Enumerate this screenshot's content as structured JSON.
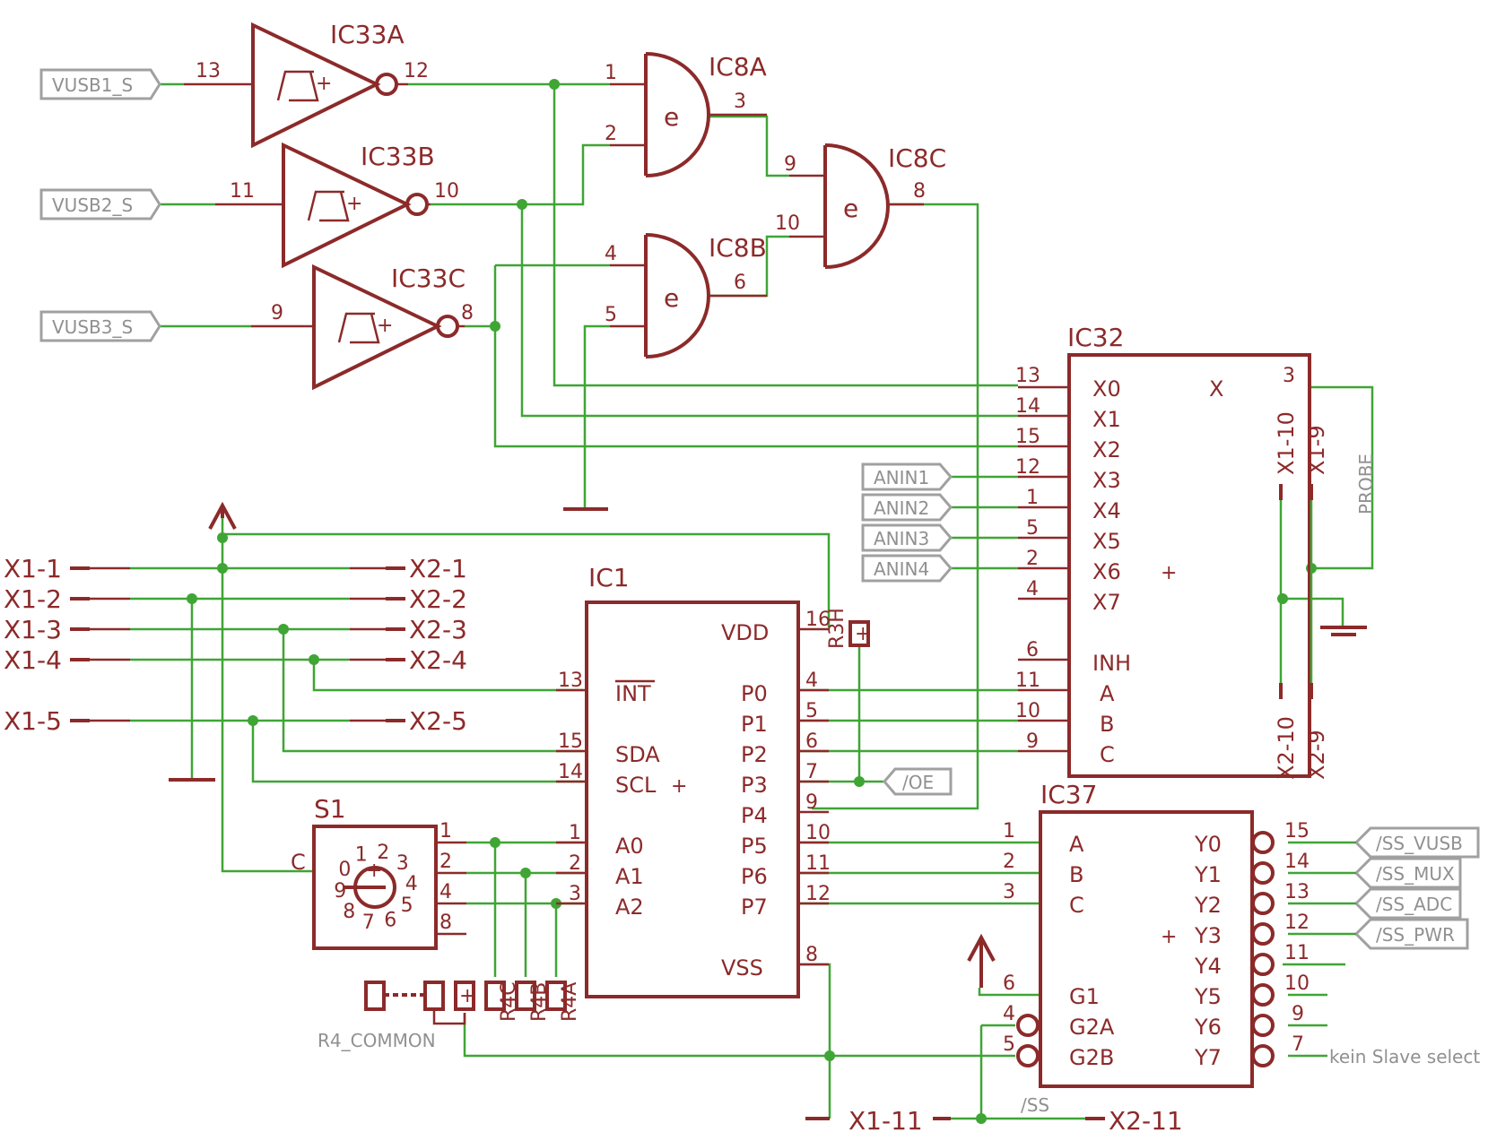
{
  "gates": {
    "ic33a": "IC33A",
    "ic33b": "IC33B",
    "ic33c": "IC33C",
    "ic8a": "IC8A",
    "ic8b": "IC8B",
    "ic8c": "IC8C"
  },
  "chips": {
    "ic32": {
      "name": "IC32",
      "inputs": [
        "X0",
        "X1",
        "X2",
        "X3",
        "X4",
        "X5",
        "X6",
        "X7"
      ],
      "input_pins": [
        "13",
        "14",
        "15",
        "12",
        "1",
        "5",
        "2",
        "4"
      ],
      "output": "X",
      "output_pin": "3",
      "controls": [
        "INH",
        "A",
        "B",
        "C"
      ],
      "control_pins": [
        "6",
        "11",
        "10",
        "9"
      ]
    },
    "ic1": {
      "name": "IC1",
      "vdd": "VDD",
      "vdd_pin": "16",
      "left": [
        "INT",
        "SDA",
        "SCL",
        "A0",
        "A1",
        "A2"
      ],
      "left_pins": [
        "13",
        "15",
        "14",
        "1",
        "2",
        "3"
      ],
      "right": [
        "P0",
        "P1",
        "P2",
        "P3",
        "P4",
        "P5",
        "P6",
        "P7"
      ],
      "right_pins": [
        "4",
        "5",
        "6",
        "7",
        "9",
        "10",
        "11",
        "12"
      ],
      "vss": "VSS",
      "vss_pin": "8"
    },
    "ic37": {
      "name": "IC37",
      "left": [
        "A",
        "B",
        "C",
        "G1",
        "G2A",
        "G2B"
      ],
      "left_pins": [
        "1",
        "2",
        "3",
        "6",
        "4",
        "5"
      ],
      "right": [
        "Y0",
        "Y1",
        "Y2",
        "Y3",
        "Y4",
        "Y5",
        "Y6",
        "Y7"
      ],
      "right_pins": [
        "15",
        "14",
        "13",
        "12",
        "11",
        "10",
        "9",
        "7"
      ]
    },
    "s1": {
      "name": "S1",
      "common": "C",
      "pins": [
        "1",
        "2",
        "4",
        "8"
      ],
      "dial": [
        "0",
        "1",
        "2",
        "3",
        "4",
        "5",
        "6",
        "7",
        "8",
        "9"
      ]
    }
  },
  "gate_pins": {
    "ic33a_in": "13",
    "ic33a_out": "12",
    "ic33b_in": "11",
    "ic33b_out": "10",
    "ic33c_in": "9",
    "ic33c_out": "8",
    "ic8a_in1": "1",
    "ic8a_in2": "2",
    "ic8a_out": "3",
    "ic8b_in1": "4",
    "ic8b_in2": "5",
    "ic8b_out": "6",
    "ic8c_in1": "9",
    "ic8c_in2": "10",
    "ic8c_out": "8"
  },
  "ports": {
    "vusb": [
      "VUSB1_S",
      "VUSB2_S",
      "VUSB3_S"
    ],
    "anin": [
      "ANIN1",
      "ANIN2",
      "ANIN3",
      "ANIN4"
    ],
    "oe": "/OE",
    "ss": [
      "/SS_VUSB",
      "/SS_MUX",
      "/SS_ADC",
      "/SS_PWR"
    ]
  },
  "connectors": {
    "x1": [
      "X1-1",
      "X1-2",
      "X1-3",
      "X1-4",
      "X1-5"
    ],
    "x2": [
      "X2-1",
      "X2-2",
      "X2-3",
      "X2-4",
      "X2-5"
    ],
    "probe_top": [
      "X1-10",
      "X1-9"
    ],
    "probe_bottom": [
      "X2-10",
      "X2-9"
    ],
    "x1_11": "X1-11",
    "x2_11": "X2-11"
  },
  "labels": {
    "probe": "PROBE",
    "r3h": "R3H",
    "r4": [
      "R4C",
      "R4B",
      "R4A"
    ],
    "r4_common": "R4_COMMON",
    "ss_net": "/SS",
    "no_slave": "kein Slave select",
    "slew": "+"
  },
  "colors": {
    "part": "#8c2a2a",
    "wire": "#3fa535",
    "port": "#a0a0a0"
  }
}
